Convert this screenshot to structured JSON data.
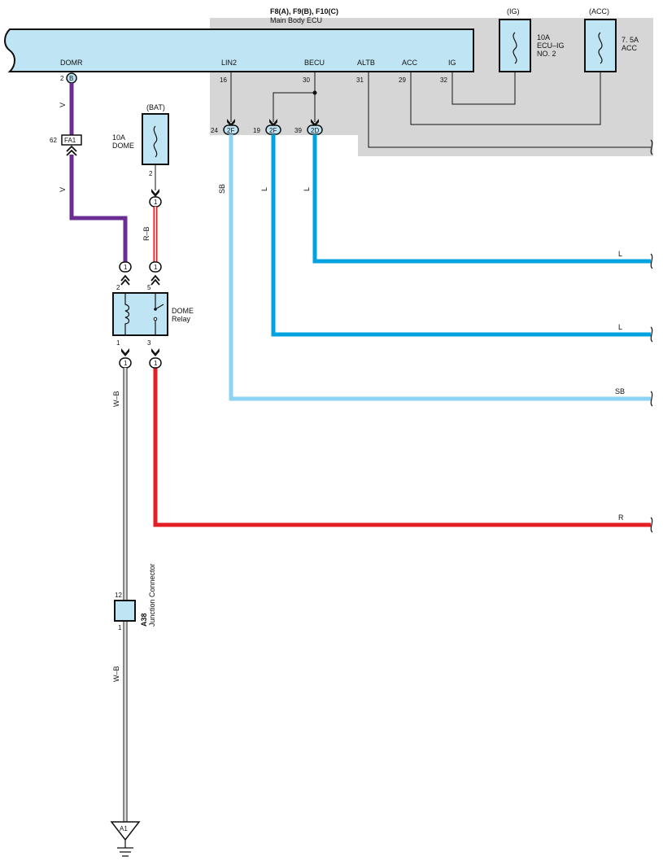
{
  "ecu": {
    "title_main": "F8(A), F9(B), F10(C)",
    "subtitle": "Main Body ECU",
    "terminals": {
      "domr": "DOMR",
      "lin2": "LIN2",
      "becu": "BECU",
      "altb": "ALTB",
      "acc": "ACC",
      "ig": "IG"
    },
    "pins": {
      "domr": "2",
      "domr_conn": "B",
      "lin2": "16",
      "becu": "30",
      "altb": "31",
      "acc": "29",
      "ig": "32"
    }
  },
  "fuses": {
    "ig": {
      "bus": "(IG)",
      "rating": "10A",
      "name1": "ECU–IG",
      "name2": "NO. 2"
    },
    "acc": {
      "bus": "(ACC)",
      "rating": "7. 5A",
      "name": "ACC"
    },
    "dome": {
      "bus": "(BAT)",
      "rating": "10A",
      "name": "DOME",
      "pin": "2"
    }
  },
  "junction_connectors": {
    "lin2": {
      "pin": "24",
      "code": "2F"
    },
    "becu_a": {
      "pin": "19",
      "code": "2F"
    },
    "becu_b": {
      "pin": "39",
      "code": "2D"
    }
  },
  "fa1": {
    "pin": "62",
    "code": "FA1"
  },
  "relay": {
    "name1": "DOME",
    "name2": "Relay",
    "pin_top_left": "2",
    "pin_top_right": "5",
    "pin_bot_left": "1",
    "pin_bot_right": "3",
    "conn": "1"
  },
  "junction": {
    "code": "A38",
    "name": "Junction Connector",
    "pin_top": "12",
    "pin_bottom": "1"
  },
  "ground": {
    "code": "A1"
  },
  "wires": {
    "v": "V",
    "rb": "R–B",
    "wb": "W–B",
    "r": "R",
    "sb": "SB",
    "l": "L"
  },
  "colors": {
    "violet": "#6b2d91",
    "blue": "#00a3e0",
    "sky_blue": "#8dd3f3",
    "red": "#e31e24",
    "component_fill": "#bfe5f5",
    "panel_gray": "#d6d6d6"
  }
}
